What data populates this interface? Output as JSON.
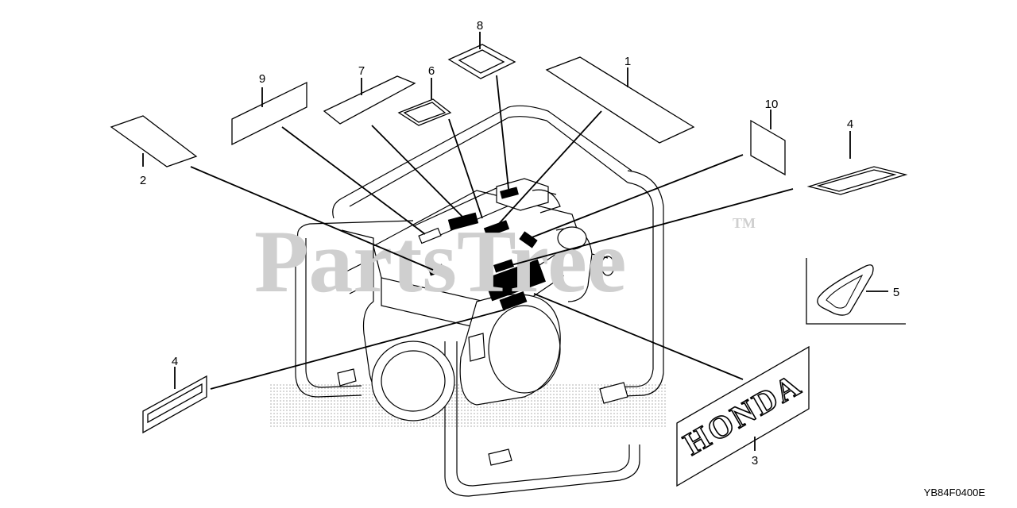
{
  "watermark": {
    "text": "PartsTree",
    "tm": "TM"
  },
  "callouts": {
    "c1": "1",
    "c2": "2",
    "c3": "3",
    "c4a": "4",
    "c4b": "4",
    "c5": "5",
    "c6": "6",
    "c7": "7",
    "c8": "8",
    "c9": "9",
    "c10": "10"
  },
  "emblem_text": "HONDA",
  "diagram_code": "YB84F0400E",
  "colors": {
    "line": "#000000",
    "watermark": "#cfcfcf",
    "background": "#ffffff"
  }
}
